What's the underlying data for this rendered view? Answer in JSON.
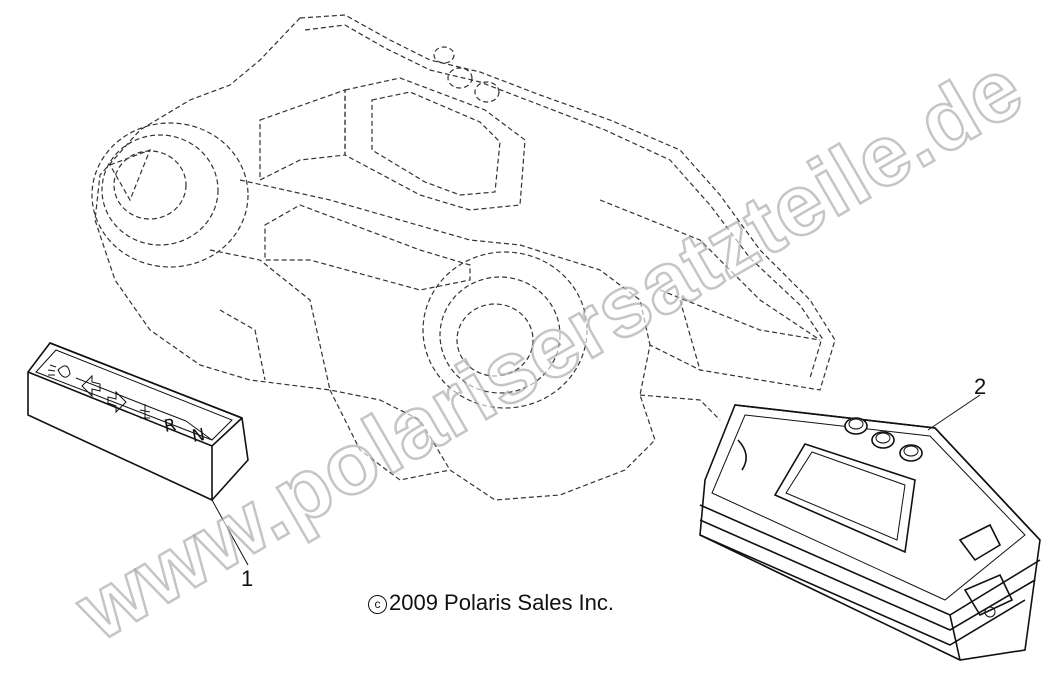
{
  "diagram": {
    "callouts": [
      {
        "label": "1",
        "part": "switch-panel"
      },
      {
        "label": "2",
        "part": "instrument-cluster"
      }
    ],
    "switch_symbols": [
      "R",
      "N"
    ],
    "copyright_symbol": "c",
    "copyright_text": "2009 Polaris Sales Inc.",
    "watermark": "www.polarisersatzteile.de"
  }
}
